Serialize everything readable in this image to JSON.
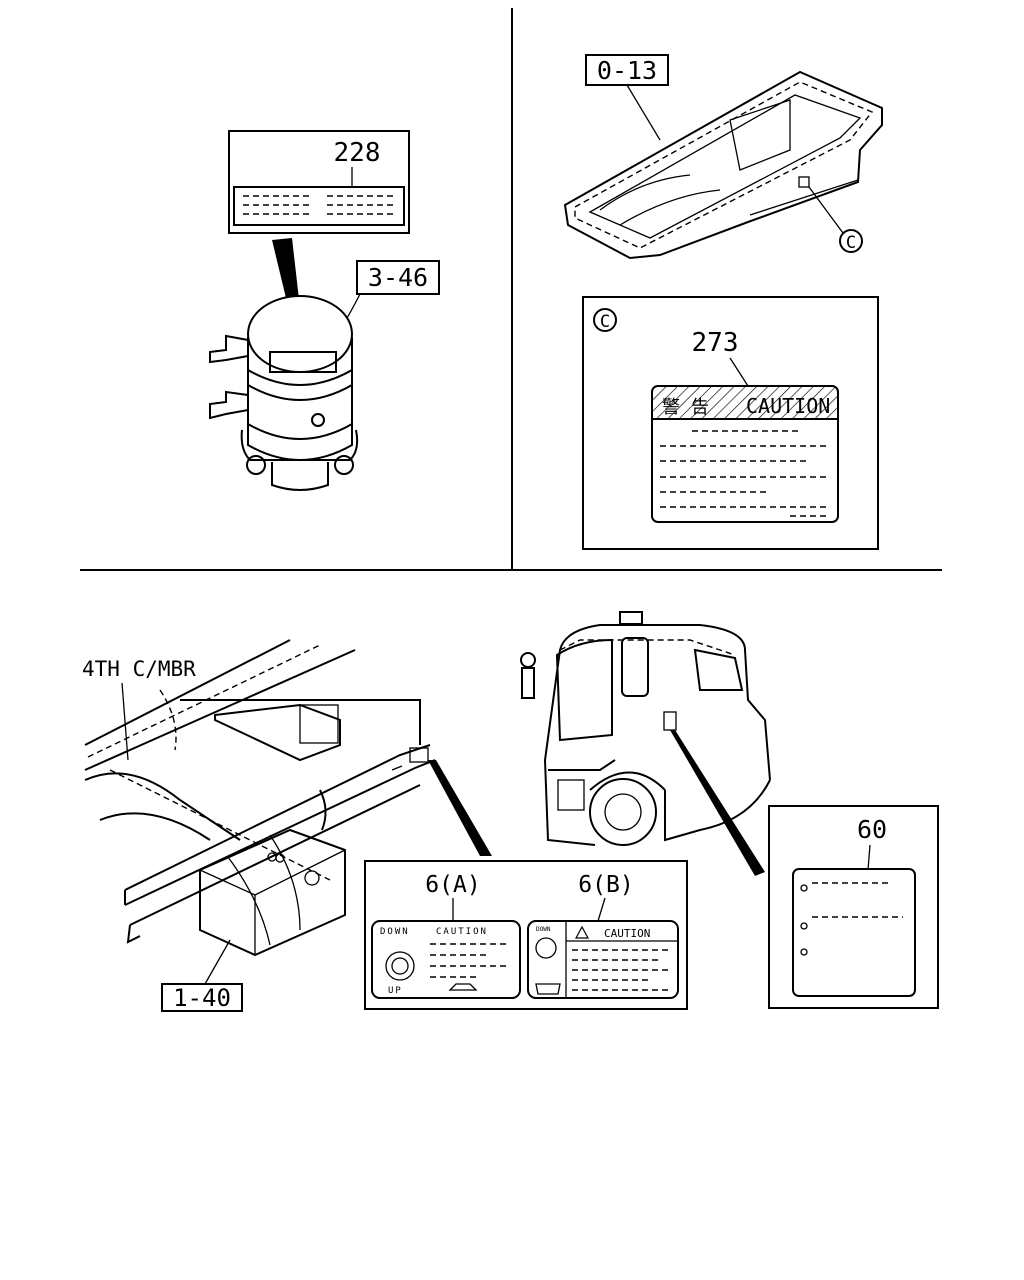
{
  "callouts": {
    "label_228": "228",
    "ref_3_46": "3-46",
    "ref_0_13": "0-13",
    "detail_c_marker": "C",
    "detail_c_key": "C",
    "label_273": "273",
    "caution_273_text": "CAUTION",
    "caution_273_kanji": "警 告",
    "member_label": "4TH C/MBR",
    "ref_1_40": "1-40",
    "label_6a": "6(A)",
    "label_6b": "6(B)",
    "label_60": "60"
  },
  "label_6a": {
    "down": "DOWN",
    "caution": "CAUTION",
    "up": "UP"
  },
  "label_6b": {
    "down": "DOWN",
    "caution": "CAUTION"
  }
}
